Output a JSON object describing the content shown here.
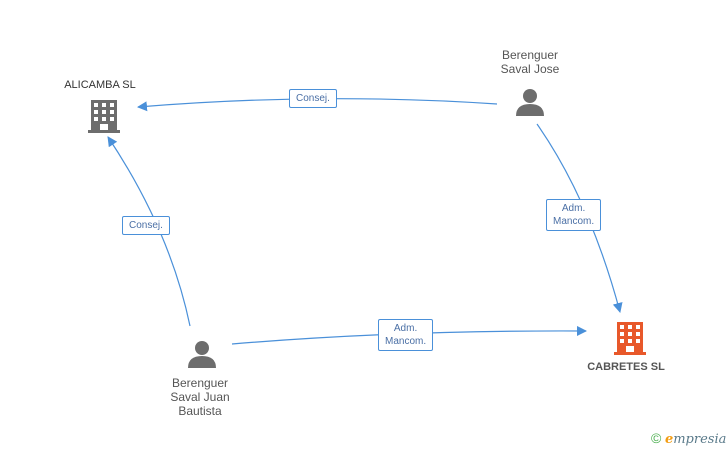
{
  "nodes": {
    "alicamba": {
      "label": "ALICAMBA SL",
      "color": "#6d6d6d"
    },
    "cabretes": {
      "label": "CABRETES SL",
      "color": "#e8582a"
    },
    "jose": {
      "label": "Berenguer\nSaval Jose",
      "color": "#6d6d6d"
    },
    "juan": {
      "label": "Berenguer\nSaval Juan\nBautista",
      "color": "#6d6d6d"
    }
  },
  "edges": {
    "jose_alicamba": {
      "label": "Consej."
    },
    "juan_alicamba": {
      "label": "Consej."
    },
    "jose_cabretes": {
      "label": "Adm.\nMancom."
    },
    "juan_cabretes": {
      "label": "Adm.\nMancom."
    }
  },
  "colors": {
    "edge": "#4a90d9"
  },
  "brand": {
    "copyright": "©",
    "e": "e",
    "rest": "mpresia"
  }
}
